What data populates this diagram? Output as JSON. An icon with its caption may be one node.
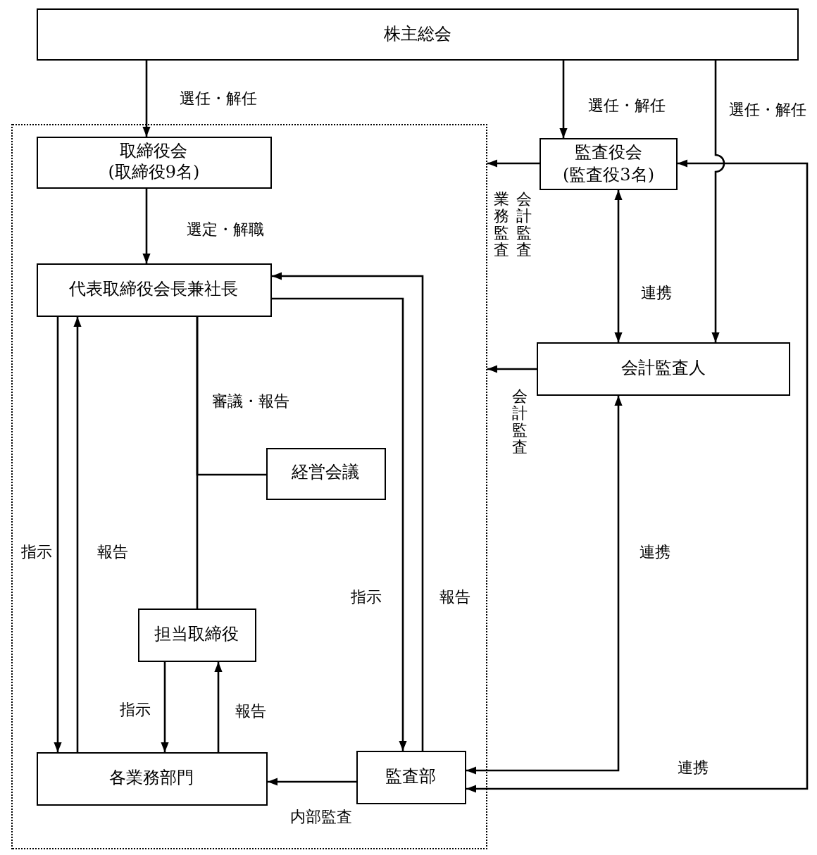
{
  "diagram": {
    "nodes": [
      {
        "text": [
          "株主総会"
        ]
      },
      {
        "text": [],
        "shape": "box"
      },
      {
        "text": [
          "取締役会",
          "(取締役9名)"
        ],
        "in": 1
      },
      {
        "text": [
          "代表取締役会長兼社長"
        ],
        "in": 1
      },
      {
        "text": [
          "経営会議"
        ],
        "in": 1
      },
      {
        "text": [
          "担当取締役"
        ],
        "in": 1
      },
      {
        "text": [
          "各業務部門"
        ],
        "in": 1
      },
      {
        "text": [
          "監査部"
        ],
        "in": 1
      },
      {
        "text": [
          "監査役会",
          "(監査役3名)"
        ]
      },
      {
        "text": [
          "会計監査人"
        ]
      }
    ],
    "edges": [
      {
        "from": 0,
        "to": 2,
        "arrow": "to",
        "label": "選任・解任"
      },
      {
        "from": 0,
        "to": 8,
        "arrow": "to",
        "label": "選任・解任"
      },
      {
        "from": 0,
        "to": 9,
        "arrow": "to",
        "label": "選任・解任"
      },
      {
        "from": 2,
        "to": 3,
        "arrow": "to",
        "label": "選定・解職"
      },
      {
        "from": 3,
        "to": 6,
        "arrow": "to",
        "label": "指示"
      },
      {
        "from": 6,
        "to": 3,
        "arrow": "to",
        "label": "報告"
      },
      {
        "from": 3,
        "to": 4,
        "arrow": "none",
        "label": "審議・報告"
      },
      {
        "from": 3,
        "to": 5,
        "arrow": "none"
      },
      {
        "from": 5,
        "to": 6,
        "arrow": "to",
        "label": "指示"
      },
      {
        "from": 6,
        "to": 5,
        "arrow": "to",
        "label": "報告"
      },
      {
        "from": 3,
        "to": 7,
        "arrow": "to",
        "label": "指示"
      },
      {
        "from": 7,
        "to": 3,
        "arrow": "to",
        "label": "報告"
      },
      {
        "from": 7,
        "to": 6,
        "arrow": "to",
        "label": "内部監査"
      },
      {
        "from": 8,
        "to": 1,
        "arrow": "to",
        "label": "会計監査"
      },
      {
        "from": 9,
        "to": 1,
        "arrow": "to",
        "label": "会計監査"
      },
      {
        "from": 8,
        "to": 9,
        "arrow": "both",
        "label": "連携"
      },
      {
        "from": 9,
        "to": 7,
        "arrow": "both",
        "label": "連携"
      },
      {
        "from": 8,
        "to": 7,
        "arrow": "both",
        "label": "連携"
      }
    ],
    "labels": [
      "業務監査"
    ]
  }
}
